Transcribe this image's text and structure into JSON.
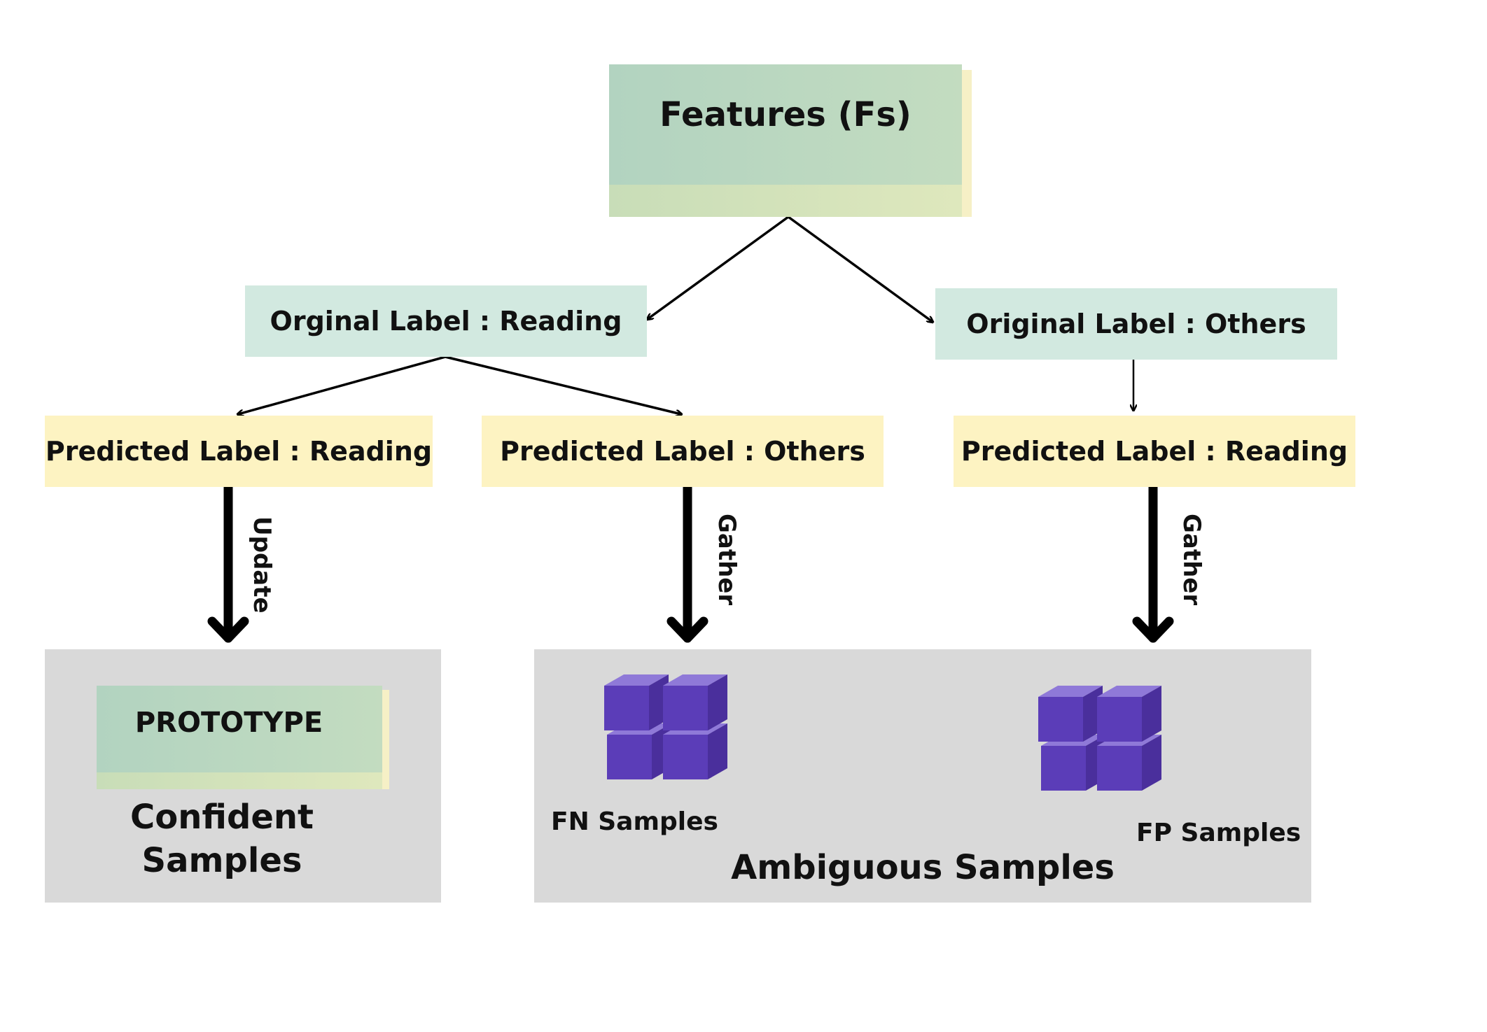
{
  "features": {
    "label": "Features (Fs)"
  },
  "original_labels": {
    "reading": "Orginal Label : Reading",
    "others": "Original Label : Others"
  },
  "predicted_labels": {
    "left_reading": "Predicted Label : Reading",
    "middle_others": "Predicted Label : Others",
    "right_reading": "Predicted Label : Reading"
  },
  "arrow_labels": {
    "update": "Update",
    "gather_left": "Gather",
    "gather_right": "Gather"
  },
  "confident_panel": {
    "prototype": "PROTOTYPE",
    "line1": "Confident",
    "line2": "Samples"
  },
  "ambiguous_panel": {
    "fn_label": "FN Samples",
    "fp_label": "FP Samples",
    "title": "Ambiguous Samples"
  },
  "colors": {
    "feature_block": "#b8d6c0",
    "original_label_bg": "#d2e9e0",
    "predicted_label_bg": "#fdf3c2",
    "panel_bg": "#d9d9d9",
    "cube_front": "#5b3db8",
    "cube_top": "#8f79d8",
    "cube_side": "#4a2f9c"
  }
}
